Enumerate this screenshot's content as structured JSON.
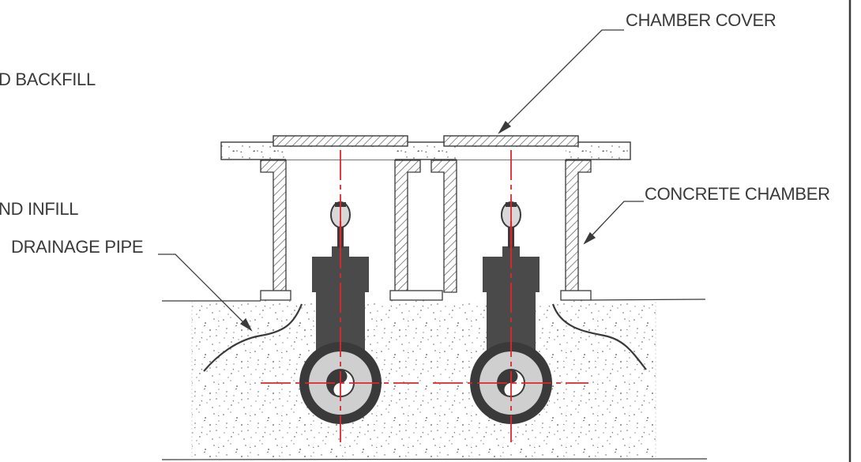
{
  "labels": {
    "chamber_cover": "CHAMBER COVER",
    "backfill": "D BACKFILL",
    "concrete_chamber": "CONCRETE CHAMBER",
    "infill": "ND INFILL",
    "drainage_pipe": "DRAINAGE PIPE"
  },
  "colors": {
    "line": "#3a3a3a",
    "pipe_dark": "#4a4a4a",
    "pipe_light": "#cfcfcf",
    "centerline": "#e0262b",
    "hatch": "#5a5a5a",
    "frame": "#3a3a3a"
  },
  "icons": [
    "hatch-pattern",
    "stipple-soil",
    "valve-fitting"
  ]
}
